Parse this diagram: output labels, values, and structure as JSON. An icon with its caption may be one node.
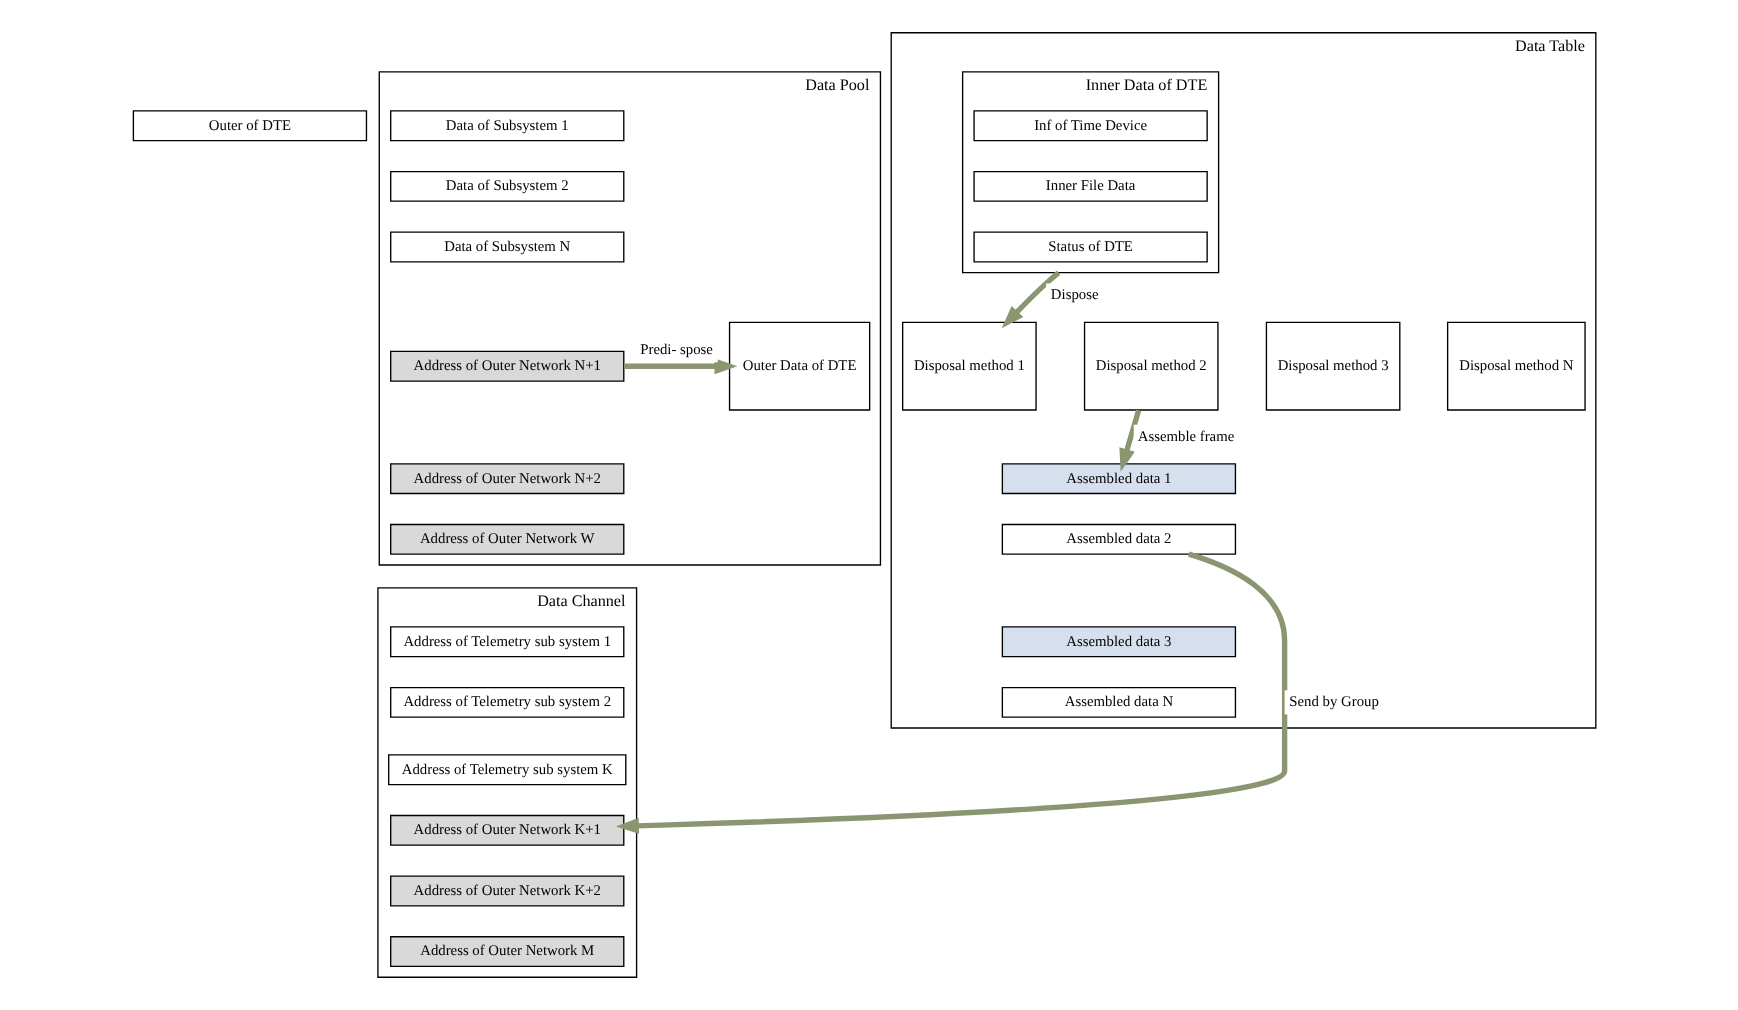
{
  "diagram": {
    "nodes": [
      {
        "text": [
          "Outer of DTE"
        ]
      },
      {
        "text": [
          "Data Pool"
        ]
      },
      {
        "text": [
          "Data of Subsystem 1"
        ],
        "in": 1
      },
      {
        "text": [
          "Data of Subsystem 2"
        ],
        "in": 1
      },
      {
        "text": [
          "Data of Subsystem N"
        ],
        "in": 1
      },
      {
        "text": [
          "Address of Outer Network N+1"
        ],
        "in": 1
      },
      {
        "text": [
          "Address of Outer Network N+2"
        ],
        "in": 1
      },
      {
        "text": [
          "Address of Outer Network W"
        ],
        "in": 1
      },
      {
        "text": [
          "Outer Data of DTE"
        ],
        "in": 1
      },
      {
        "text": [
          "Data Channel"
        ]
      },
      {
        "text": [
          "Address of Telemetry sub system 1"
        ],
        "in": 9
      },
      {
        "text": [
          "Address of Telemetry sub system 2"
        ],
        "in": 9
      },
      {
        "text": [
          "Address of Telemetry sub system K"
        ],
        "in": 9
      },
      {
        "text": [
          "Address of Outer Network K+1"
        ],
        "in": 9
      },
      {
        "text": [
          "Address of Outer Network K+2"
        ],
        "in": 9
      },
      {
        "text": [
          "Address of Outer Network M"
        ],
        "in": 9
      },
      {
        "text": [
          "Data Table"
        ]
      },
      {
        "text": [
          "Inner Data of DTE"
        ],
        "in": 16
      },
      {
        "text": [
          "Inf of Time Device"
        ],
        "in": 17
      },
      {
        "text": [
          "Inner File Data"
        ],
        "in": 17
      },
      {
        "text": [
          "Status of DTE"
        ],
        "in": 17
      },
      {
        "text": [
          "Disposal method 1"
        ],
        "in": 16
      },
      {
        "text": [
          "Disposal method 2"
        ],
        "in": 16
      },
      {
        "text": [
          "Disposal method 3"
        ],
        "in": 16
      },
      {
        "text": [
          "Disposal method N"
        ],
        "in": 16
      },
      {
        "text": [
          "Assembled data 1"
        ],
        "in": 16
      },
      {
        "text": [
          "Assembled data 2"
        ],
        "in": 16
      },
      {
        "text": [
          "Assembled data 3"
        ],
        "in": 16
      },
      {
        "text": [
          "Assembled data N"
        ],
        "in": 16
      }
    ],
    "edges": [
      {
        "from": 5,
        "to": 8,
        "arrow": "to",
        "label": "Predi- spose"
      },
      {
        "from": 17,
        "to": 21,
        "arrow": "to",
        "label": "Dispose"
      },
      {
        "from": 22,
        "to": 25,
        "arrow": "to",
        "label": "Assemble frame"
      },
      {
        "from": 26,
        "to": 13,
        "arrow": "to",
        "label": "Send by Group"
      }
    ]
  }
}
